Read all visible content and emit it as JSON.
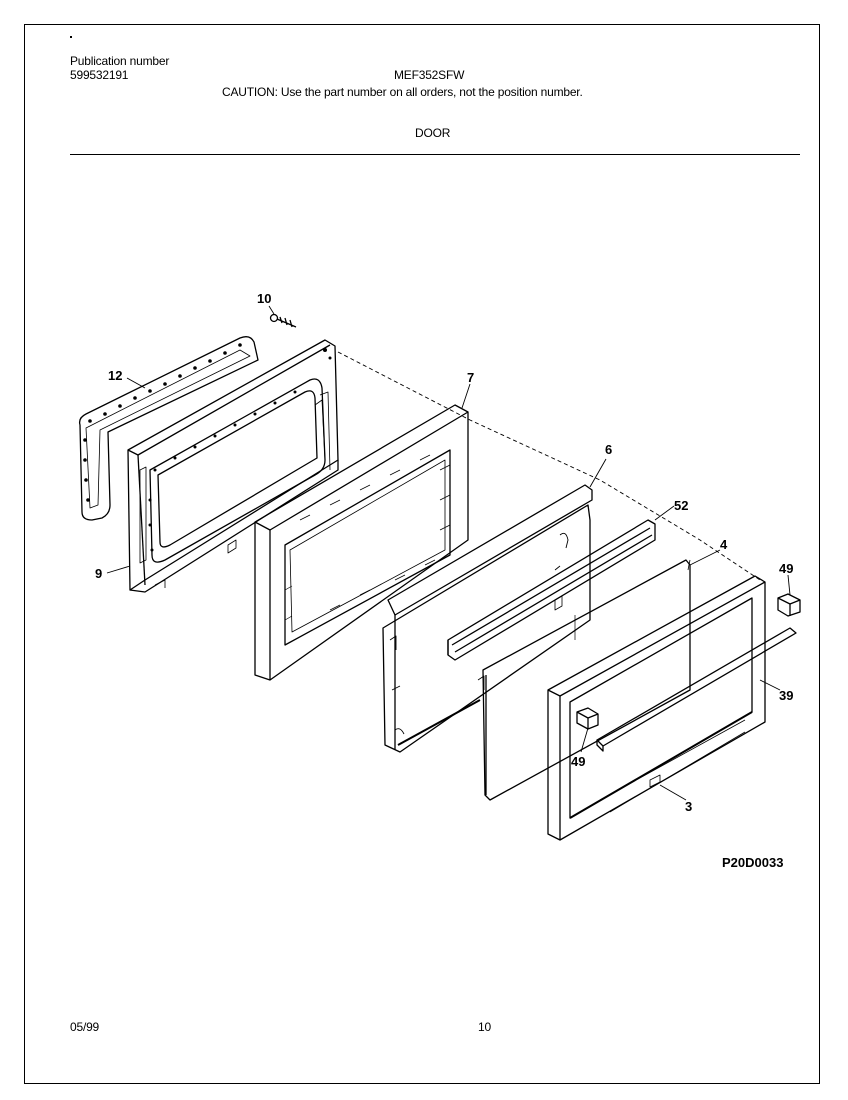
{
  "header": {
    "publication_label": "Publication number",
    "publication_number": "599532191",
    "model": "MEF352SFW",
    "caution": "CAUTION:  Use the part number on all orders, not the position number.",
    "section_title": "DOOR"
  },
  "diagram": {
    "figure_code": "P20D0033",
    "callouts": [
      "10",
      "12",
      "7",
      "6",
      "52",
      "4",
      "49",
      "9",
      "39",
      "49",
      "3"
    ]
  },
  "footer": {
    "date": "05/99",
    "page_number": "10"
  }
}
